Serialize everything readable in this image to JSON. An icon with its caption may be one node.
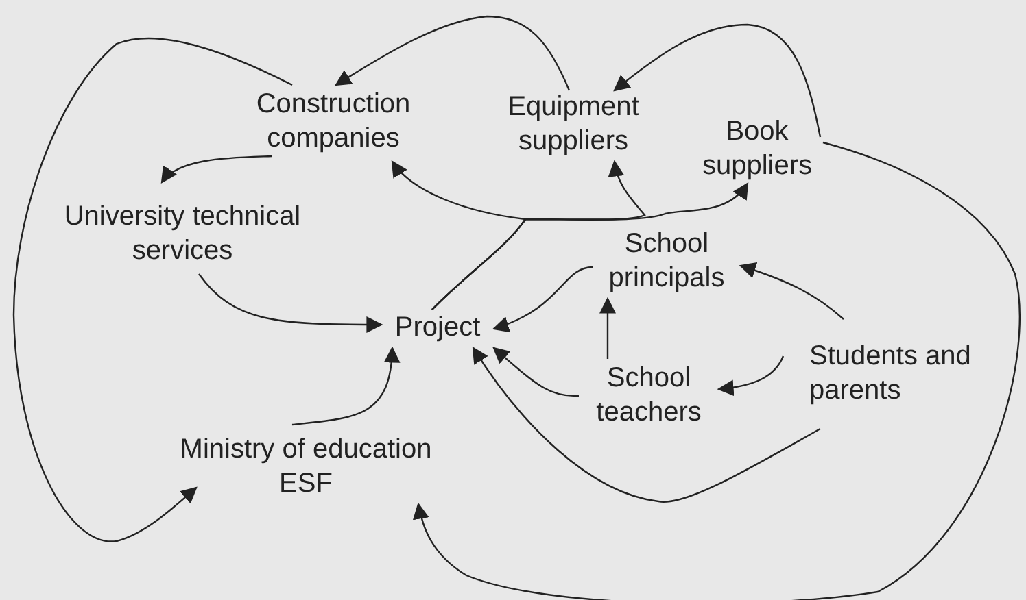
{
  "diagram": {
    "nodes": [
      {
        "text": [
          "Construction companies"
        ]
      },
      {
        "text": [
          "Equipment suppliers"
        ]
      },
      {
        "text": [
          "Book suppliers"
        ]
      },
      {
        "text": [
          "University technical services"
        ]
      },
      {
        "text": [
          "School principals"
        ]
      },
      {
        "text": [
          "Project"
        ]
      },
      {
        "text": [
          "Students and parents"
        ]
      },
      {
        "text": [
          "School teachers"
        ]
      },
      {
        "text": [
          "Ministry of education ESF"
        ]
      }
    ],
    "edges": [
      {
        "from": 0,
        "to": 8,
        "arrow": "to"
      },
      {
        "from": 1,
        "to": 0,
        "arrow": "to"
      },
      {
        "from": 2,
        "to": 1,
        "arrow": "to"
      },
      {
        "from": 2,
        "to": 8,
        "arrow": "to"
      },
      {
        "from": 0,
        "to": 3,
        "arrow": "to"
      },
      {
        "from": 5,
        "to": 0,
        "arrow": "to"
      },
      {
        "from": 5,
        "to": 1,
        "arrow": "to"
      },
      {
        "from": 5,
        "to": 2,
        "arrow": "to"
      },
      {
        "from": 3,
        "to": 5,
        "arrow": "to"
      },
      {
        "from": 8,
        "to": 5,
        "arrow": "to"
      },
      {
        "from": 6,
        "to": 4,
        "arrow": "to"
      },
      {
        "from": 4,
        "to": 5,
        "arrow": "to"
      },
      {
        "from": 7,
        "to": 4,
        "arrow": "to"
      },
      {
        "from": 6,
        "to": 7,
        "arrow": "to"
      },
      {
        "from": 7,
        "to": 5,
        "arrow": "to"
      },
      {
        "from": 6,
        "to": 5,
        "arrow": "to"
      }
    ]
  }
}
